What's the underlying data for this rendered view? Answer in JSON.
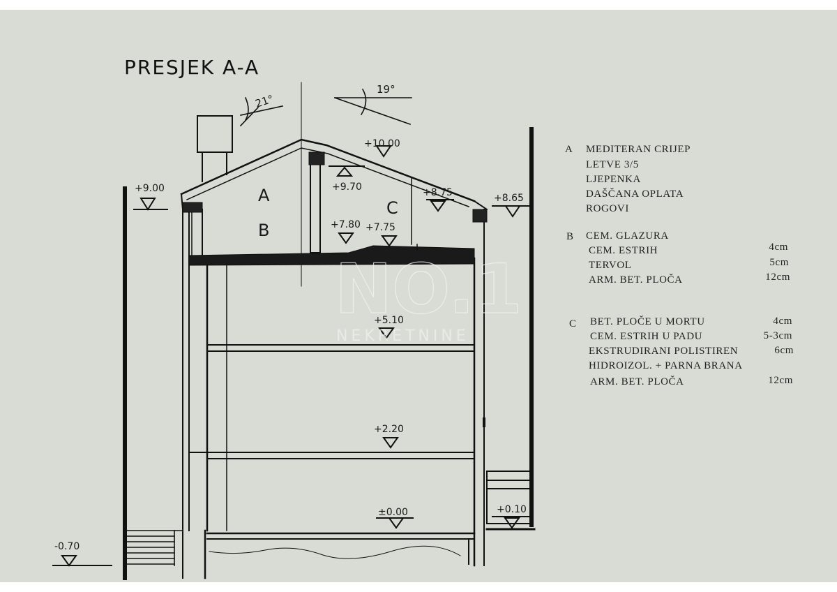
{
  "title": "PRESJEK A-A",
  "angles": {
    "left": "21°",
    "right": "19°"
  },
  "levels": {
    "left_eave": "+9.00",
    "ridge": "+10.00",
    "interior_top": "+9.70",
    "right_eave": "+8.75",
    "right_wall": "+8.65",
    "attic_floor_left": "+7.80",
    "attic_floor_right": "+7.75",
    "second_floor": "+5.10",
    "first_floor": "+2.20",
    "ground_floor": "±0.00",
    "right_terrain": "+0.10",
    "left_terrain": "-0.70"
  },
  "section_letters": {
    "a": "A",
    "b": "B",
    "c": "C"
  },
  "legend": [
    {
      "letter": "A",
      "items": [
        {
          "name": "MEDITERAN CRIJEP",
          "thickness": ""
        },
        {
          "name": "LETVE 3/5",
          "thickness": ""
        },
        {
          "name": "LJEPENKA",
          "thickness": ""
        },
        {
          "name": "DAŠČANA OPLATA",
          "thickness": ""
        },
        {
          "name": "ROGOVI",
          "thickness": ""
        }
      ]
    },
    {
      "letter": "B",
      "items": [
        {
          "name": "CEM. GLAZURA",
          "thickness": ""
        },
        {
          "name": "CEM. ESTRIH",
          "thickness": "4cm"
        },
        {
          "name": "TERVOL",
          "thickness": "5cm"
        },
        {
          "name": "ARM. BET. PLOČA",
          "thickness": "12cm"
        }
      ]
    },
    {
      "letter": "C",
      "items": [
        {
          "name": "BET. PLOČE U MORTU",
          "thickness": "4cm"
        },
        {
          "name": "CEM. ESTRIH U PADU",
          "thickness": "5-3cm"
        },
        {
          "name": "EKSTRUDIRANI POLISTIREN",
          "thickness": "6cm"
        },
        {
          "name": "HIDROIZOL. + PARNA  BRANA",
          "thickness": ""
        },
        {
          "name": "ARM. BET. PLOČA",
          "thickness": "12cm"
        }
      ]
    }
  ],
  "watermark": {
    "logo": "NO.1",
    "sub": "NEKRETNINE"
  }
}
